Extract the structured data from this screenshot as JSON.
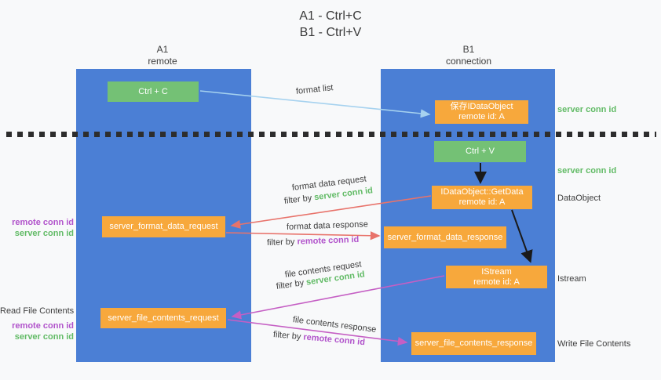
{
  "title": {
    "line1": "A1 - Ctrl+C",
    "line2": "B1 - Ctrl+V"
  },
  "lanes": {
    "left": {
      "title": "A1",
      "subtitle": "remote"
    },
    "right": {
      "title": "B1",
      "subtitle": "connection"
    }
  },
  "nodes": {
    "ctrl_c": {
      "label": "Ctrl + C"
    },
    "ctrl_v": {
      "label": "Ctrl + V"
    },
    "save_dataobject": {
      "line1": "保存IDataObject",
      "line2": "remote id: A"
    },
    "getdata": {
      "line1": "IDataObject::GetData",
      "line2": "remote id: A"
    },
    "istream": {
      "line1": "IStream",
      "line2": "remote id: A"
    },
    "server_format_data_request": {
      "label": "server_format_data_request"
    },
    "server_format_data_response": {
      "label": "server_format_data_response"
    },
    "server_file_contents_request": {
      "label": "server_file_contents_request"
    },
    "server_file_contents_response": {
      "label": "server_file_contents_response"
    }
  },
  "right_margin_labels": {
    "server_conn_id_top": "server conn id",
    "server_conn_id_mid": "server conn id",
    "dataobject": "DataObject",
    "istream": "Istream",
    "write_file_contents": "Write File Contents"
  },
  "left_margin_labels": {
    "remote_conn_id_top": "remote conn id",
    "server_conn_id_top": "server conn id",
    "read_file_contents": "Read File Contents",
    "remote_conn_id_bottom": "remote conn id",
    "server_conn_id_bottom": "server conn id"
  },
  "arrow_labels": {
    "format_list": "format list",
    "format_data_request": "format data request",
    "format_data_response": "format data response",
    "file_contents_request": "file contents request",
    "file_contents_response": "file contents response",
    "filter_by": "filter by ",
    "server_conn_id": "server conn id",
    "remote_conn_id": "remote conn id"
  },
  "colors": {
    "lane_blue": "#4b7fd5",
    "box_green": "#74c175",
    "box_orange": "#f7a83c",
    "conn_id_green": "#62bb66",
    "conn_id_purple": "#b153cb",
    "arrow_blue": "#a6d2ef",
    "arrow_red": "#e8736b",
    "arrow_magenta": "#c55fc4",
    "arrow_black": "#1a1a1a",
    "dash_black": "#2d2d2d"
  }
}
